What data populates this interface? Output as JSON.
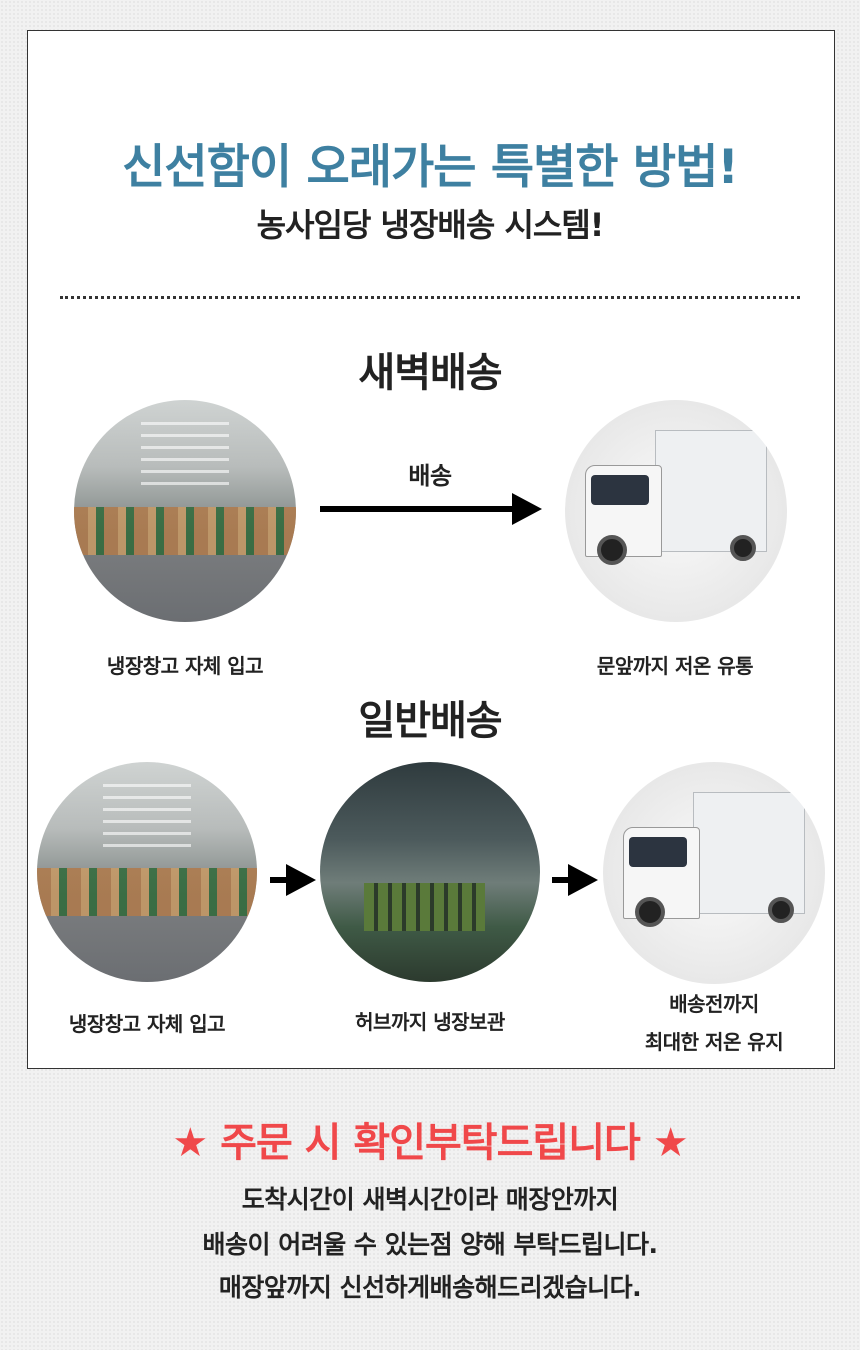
{
  "header": {
    "title": "신선함이 오래가는 특별한 방법!",
    "subtitle": "농사임당 냉장배송 시스템!",
    "title_color": "#3e80a1"
  },
  "dawn": {
    "heading": "새벽배송",
    "arrow_label": "배송",
    "steps": [
      {
        "caption": "냉장창고 자체 입고",
        "image": "cold-storage-warehouse"
      },
      {
        "caption": "문앞까지 저온 유통",
        "image": "refrigerated-truck"
      }
    ]
  },
  "standard": {
    "heading": "일반배송",
    "steps": [
      {
        "caption": "냉장창고 자체 입고",
        "image": "cold-storage-warehouse"
      },
      {
        "caption": "허브까지 냉장보관",
        "image": "logistics-hub"
      },
      {
        "caption_line1": "배송전까지",
        "caption_line2": "최대한 저온 유지",
        "image": "refrigerated-truck"
      }
    ]
  },
  "notice": {
    "heading": "★ 주문 시 확인부탁드립니다 ★",
    "heading_color": "#f0484a",
    "lines": [
      "도착시간이 새벽시간이라 매장안까지",
      "배송이 어려울 수 있는점 양해 부탁드립니다.",
      "매장앞까지 신선하게배송해드리겠습니다."
    ]
  }
}
